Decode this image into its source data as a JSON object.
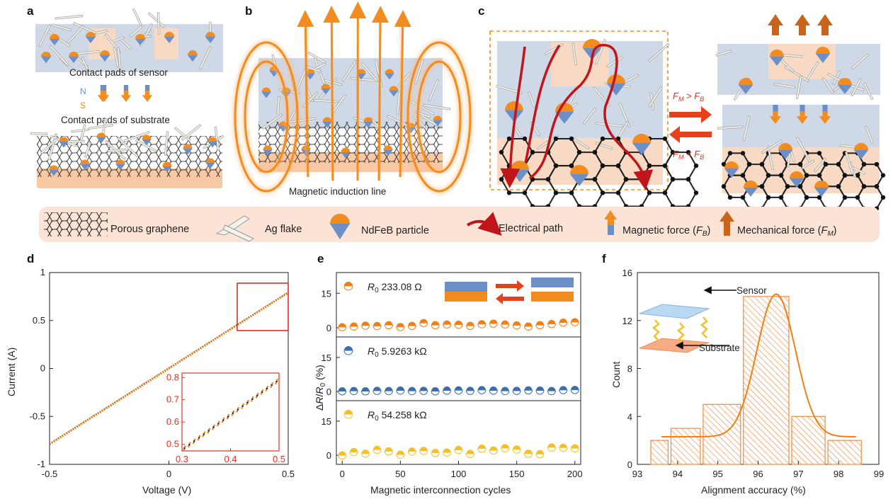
{
  "panels": {
    "a": "a",
    "b": "b",
    "c": "c",
    "d": "d",
    "e": "e",
    "f": "f"
  },
  "a": {
    "sensor_label": "Contact pads of sensor",
    "substrate_label": "Contact pads of substrate",
    "n": "N",
    "s": "S"
  },
  "b": {
    "caption": "Magnetic  induction line"
  },
  "c": {
    "fm_gt_label": "F",
    "fm_gt_sub": "M",
    "gt": " > F",
    "fb_sub": "B",
    "lt": " < F"
  },
  "legend": {
    "graphene": "Porous graphene",
    "ag": "Ag flake",
    "ndfeb": "NdFeB particle",
    "electrical": "Electrical path",
    "magnetic": "Magnetic  force (",
    "magnetic_sym": "F",
    "magnetic_sub": "B",
    "mechanical": "Mechanical force (",
    "mechanical_sym": "F",
    "mechanical_sub": "M",
    "close": ")"
  },
  "colors": {
    "orange": "#f28c1f",
    "red_line": "#c0151b",
    "blue_ndfeb": "#6d8fc8",
    "series_orange": "#f07f14",
    "series_blue": "#3d6ea8",
    "series_yellow": "#f4c02a",
    "inset_red": "#e0301e",
    "legend_bg": "#fbe4d6"
  },
  "chart_data": [
    {
      "panel": "d",
      "type": "line",
      "xlabel": "Voltage (V)",
      "ylabel": "Current (A)",
      "xlim": [
        -0.5,
        0.5
      ],
      "ylim": [
        -1,
        1
      ],
      "xticks": [
        "-0.5",
        "0",
        "0.5"
      ],
      "yticks": [
        "1",
        "0.5",
        "0",
        "-0.5",
        "-1"
      ],
      "x": [
        -0.5,
        0.5
      ],
      "y": [
        -0.79,
        0.79
      ],
      "inset": {
        "xlim": [
          0.3,
          0.5
        ],
        "ylim": [
          0.47,
          0.82
        ],
        "xticks": [
          "0.3",
          "0.4",
          "0.5"
        ],
        "yticks": [
          "0.8",
          "0.7",
          "0.6",
          "0.5"
        ]
      }
    },
    {
      "panel": "e",
      "type": "scatter",
      "xlabel": "Magnetic interconnection cycles",
      "ylabel": "ΔR/R0 (%)",
      "xlim": [
        -5,
        205
      ],
      "xticks": [
        "0",
        "50",
        "100",
        "150",
        "200"
      ],
      "ylim": [
        -4,
        24
      ],
      "yticks": [
        "15",
        "0"
      ],
      "x": [
        0,
        10,
        20,
        30,
        40,
        50,
        60,
        70,
        80,
        90,
        100,
        110,
        120,
        130,
        140,
        150,
        160,
        170,
        180,
        190,
        200
      ],
      "series": [
        {
          "name": "R0 233.08 Ω",
          "r0_prefix": "R",
          "r0_sub": "0",
          "r0_value": " 233.08 Ω",
          "values": [
            0.3,
            0.6,
            1.0,
            0.8,
            1.2,
            0.4,
            0.9,
            2.1,
            1.2,
            1.5,
            1.4,
            0.9,
            1.6,
            1.9,
            1.5,
            1.1,
            0.6,
            1.2,
            1.7,
            2.3,
            2.5
          ]
        },
        {
          "name": "R0 5.9263 kΩ",
          "r0_prefix": "R",
          "r0_sub": "0",
          "r0_value": " 5.9263 kΩ",
          "values": [
            0.2,
            0.3,
            0.2,
            0.4,
            0.3,
            0.5,
            0.3,
            0.4,
            0.2,
            0.5,
            0.6,
            0.4,
            0.7,
            0.5,
            0.3,
            0.4,
            0.6,
            0.5,
            0.3,
            0.7,
            0.8
          ]
        },
        {
          "name": "R0 54.258 kΩ",
          "r0_prefix": "R",
          "r0_sub": "0",
          "r0_value": " 54.258 kΩ",
          "values": [
            0.0,
            1.5,
            0.8,
            2.5,
            1.8,
            0.3,
            1.7,
            2.0,
            1.1,
            1.3,
            2.4,
            0.7,
            3.0,
            2.2,
            3.2,
            2.6,
            0.8,
            0.6,
            3.5,
            3.4,
            3.1
          ]
        }
      ]
    },
    {
      "panel": "f",
      "type": "bar",
      "xlabel": "Alignment accuracy (%)",
      "ylabel": "Count",
      "xlim": [
        93,
        99
      ],
      "ylim": [
        0,
        16
      ],
      "xticks": [
        "93",
        "94",
        "95",
        "96",
        "97",
        "98",
        "99"
      ],
      "yticks": [
        "16",
        "12",
        "8",
        "4",
        "0"
      ],
      "bins": [
        [
          93.3,
          93.8
        ],
        [
          93.8,
          94.6
        ],
        [
          94.6,
          95.6
        ],
        [
          95.6,
          96.8
        ],
        [
          96.8,
          97.7
        ],
        [
          97.7,
          98.6
        ]
      ],
      "values": [
        2,
        3,
        5,
        14,
        4,
        2
      ],
      "inset_labels": {
        "sensor": "Sensor",
        "substrate": "Substrate"
      }
    }
  ]
}
